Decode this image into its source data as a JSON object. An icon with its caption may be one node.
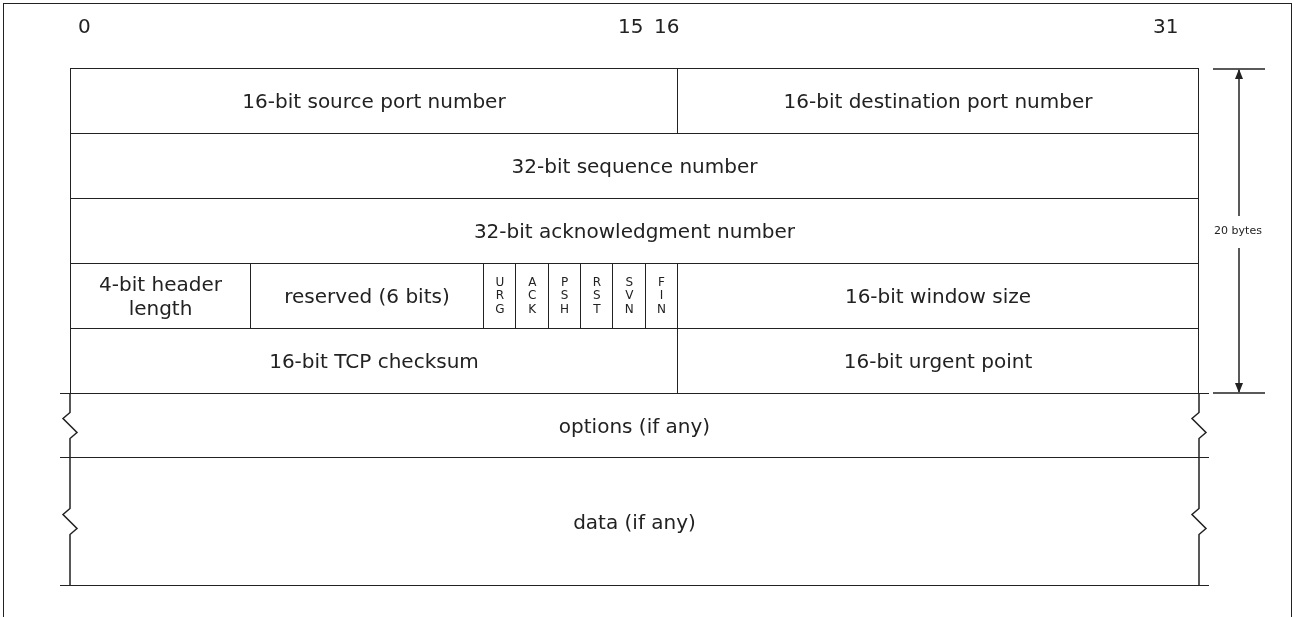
{
  "diagram": {
    "nodes": [
      {
        "text": [
          "16-bit source port number"
        ]
      },
      {
        "text": [
          "16-bit destination port number"
        ]
      },
      {
        "text": [
          "32-bit sequence number"
        ]
      },
      {
        "text": [
          "32-bit acknowledgment number"
        ]
      },
      {
        "text": [
          "4-bit header length"
        ]
      },
      {
        "text": [
          "reserved (6 bits)"
        ]
      },
      {
        "text": [
          "URG"
        ]
      },
      {
        "text": [
          "ACK"
        ]
      },
      {
        "text": [
          "PSH"
        ]
      },
      {
        "text": [
          "RST"
        ]
      },
      {
        "text": [
          "SVN"
        ]
      },
      {
        "text": [
          "FIN"
        ]
      },
      {
        "text": [
          "16-bit window size"
        ]
      },
      {
        "text": [
          "16-bit TCP checksum"
        ]
      },
      {
        "text": [
          "16-bit urgent point"
        ]
      },
      {
        "text": [
          "options (if any)"
        ]
      },
      {
        "text": [
          "data (if any)"
        ]
      }
    ],
    "edges": [],
    "labels": [
      "0",
      "15",
      "16",
      "31",
      "20 bytes"
    ]
  }
}
